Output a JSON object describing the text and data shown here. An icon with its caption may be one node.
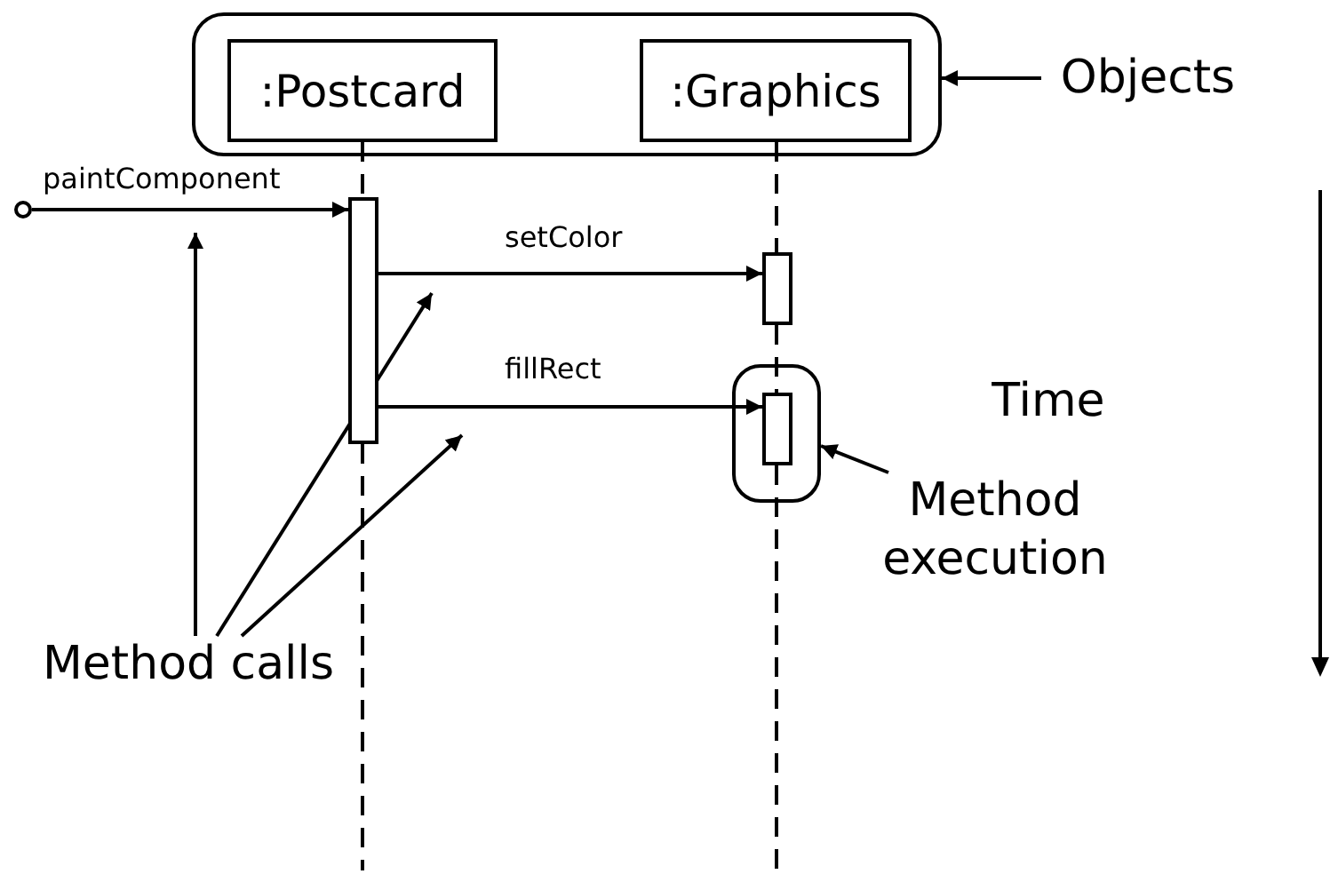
{
  "diagram": {
    "nodes": [
      {
        "text": [],
        "shape": "box"
      },
      {
        "text": [
          ":Postcard"
        ],
        "in": 0
      },
      {
        "text": [
          ":Graphics"
        ],
        "in": 0
      },
      {
        "text": [
          "Objects"
        ]
      },
      {
        "text": [],
        "shape": "circle"
      },
      {
        "text": [],
        "shape": "bar"
      },
      {
        "text": [],
        "shape": "bar"
      },
      {
        "text": [],
        "shape": "box"
      },
      {
        "text": [],
        "shape": "bar",
        "in": 7
      },
      {
        "text": [
          "Method execution"
        ]
      },
      {
        "text": [
          "Method calls"
        ]
      },
      {
        "text": [
          "Time"
        ]
      }
    ],
    "edges": [
      {
        "from": 4,
        "to": 5,
        "arrow": "to",
        "label": "paintComponent"
      },
      {
        "from": 5,
        "to": 6,
        "arrow": "to",
        "label": "setColor"
      },
      {
        "from": 5,
        "to": 8,
        "arrow": "to",
        "label": "fillRect"
      },
      {
        "from": 3,
        "to": 0,
        "arrow": "to"
      },
      {
        "from": 9,
        "to": 7,
        "arrow": "to"
      },
      {
        "from": 10,
        "to": null,
        "arrow": "to"
      },
      {
        "from": 10,
        "to": null,
        "arrow": "to"
      },
      {
        "from": 10,
        "to": null,
        "arrow": "to"
      },
      {
        "from": 1,
        "to": 5,
        "arrow": "none",
        "style": "dashed"
      },
      {
        "from": 5,
        "to": null,
        "arrow": "none",
        "style": "dashed"
      },
      {
        "from": 2,
        "to": 6,
        "arrow": "none",
        "style": "dashed"
      },
      {
        "from": 6,
        "to": 8,
        "arrow": "none",
        "style": "dashed"
      },
      {
        "from": 8,
        "to": null,
        "arrow": "none",
        "style": "dashed"
      }
    ]
  }
}
